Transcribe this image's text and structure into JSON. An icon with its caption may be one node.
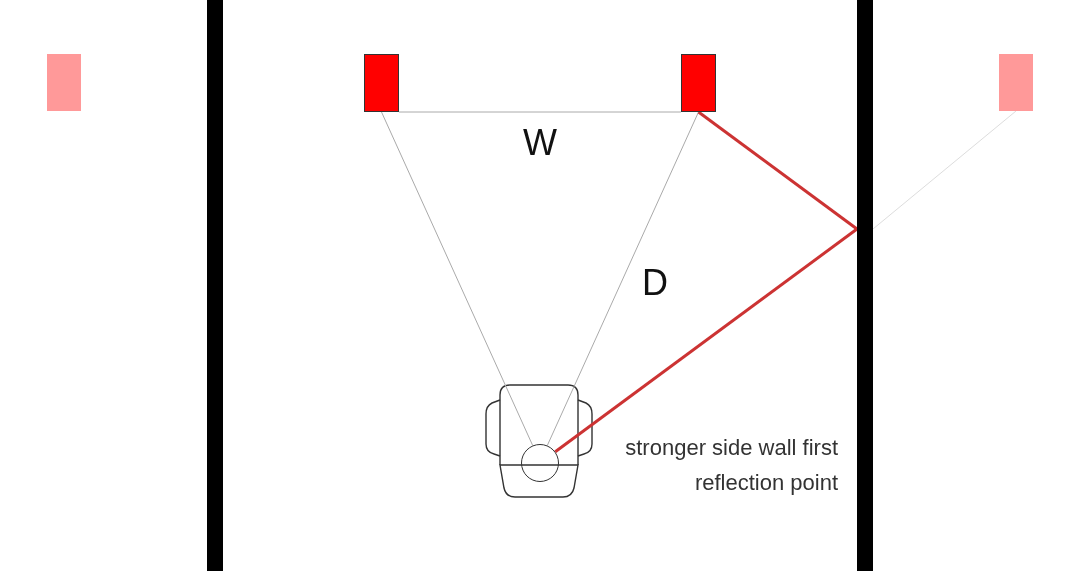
{
  "diagram": {
    "nodes": [
      {
        "text": [],
        "shape": "box"
      },
      {
        "text": [],
        "shape": "box"
      },
      {
        "text": [],
        "shape": "box"
      },
      {
        "text": [],
        "shape": "box"
      },
      {
        "text": [],
        "shape": "bar"
      },
      {
        "text": [],
        "shape": "bar"
      },
      {
        "text": [],
        "shape": "circle"
      }
    ],
    "edges": [
      {
        "from": 1,
        "to": 2,
        "arrow": "none",
        "label": "W"
      },
      {
        "from": 1,
        "to": 6,
        "arrow": "none"
      },
      {
        "from": 2,
        "to": 6,
        "arrow": "none",
        "label": "D"
      },
      {
        "from": 2,
        "to": 5,
        "arrow": "none",
        "color": "#cc3333",
        "style": "thick"
      },
      {
        "from": 5,
        "to": 6,
        "arrow": "none",
        "color": "#cc3333",
        "style": "thick"
      },
      {
        "from": 3,
        "to": 5,
        "arrow": "none",
        "color": "#dddddd"
      }
    ],
    "labels": [
      "stronger side wall first reflection point"
    ]
  }
}
